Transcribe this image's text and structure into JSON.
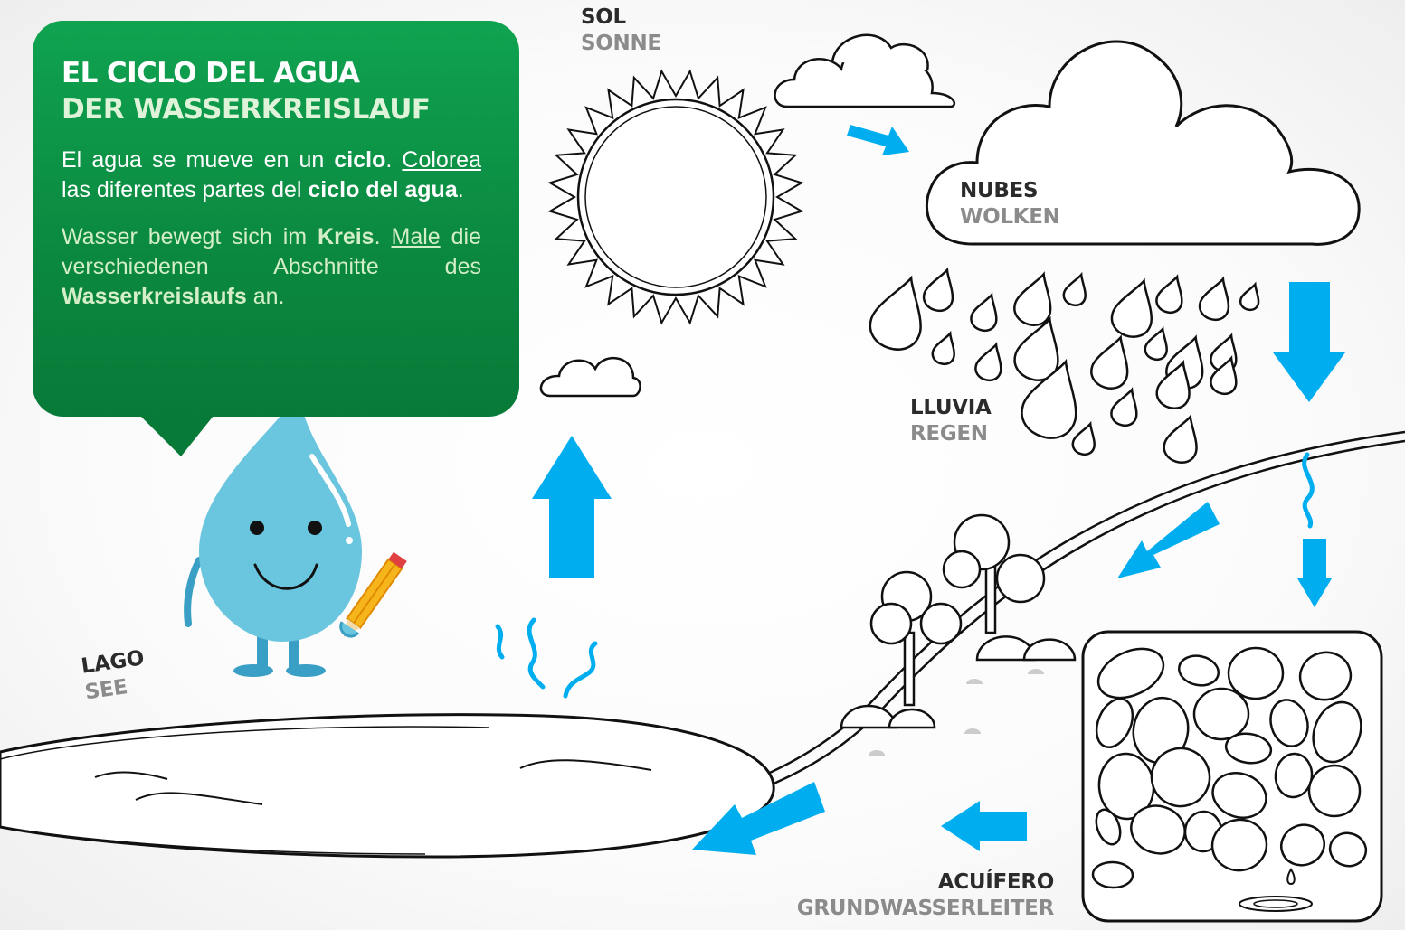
{
  "bubble": {
    "title_es": "EL CICLO DEL AGUA",
    "title_de": "DER WASSERKREISLAUF",
    "es": {
      "s1": "El agua se mueve en un ",
      "k1": "ciclo",
      "s2": ". ",
      "u1": "Colorea",
      "s3": " las diferentes partes del ",
      "k2": "ciclo del agua",
      "s4": "."
    },
    "de": {
      "s1": "Wasser bewegt sich im ",
      "k1": "Kreis",
      "s2": ". ",
      "u1": "Male",
      "s3": " die verschiedenen Abschnitte des ",
      "k2": "Wasserkreislaufs",
      "s4": " an."
    }
  },
  "labels": {
    "sun": {
      "es": "SOL",
      "de": "SONNE"
    },
    "clouds": {
      "es": "NUBES",
      "de": "WOLKEN"
    },
    "rain": {
      "es": "LLUVIA",
      "de": "REGEN"
    },
    "lake": {
      "es": "LAGO",
      "de": "SEE"
    },
    "aquifer": {
      "es": "ACUÍFERO",
      "de": "GRUNDWASSERLEITER"
    }
  },
  "colors": {
    "green": "#0b8a41",
    "arrow_blue": "#00aeef",
    "drop_blue": "#6ac5de",
    "outline": "#1a1a1a",
    "label_gray": "#8b8b8b"
  },
  "icons": [
    "sun-icon",
    "cloud-icon",
    "raindrop-icon",
    "arrow-icon",
    "tree-icon",
    "mascot-drop-icon",
    "pencil-icon",
    "steam-icon",
    "rock-icon"
  ]
}
